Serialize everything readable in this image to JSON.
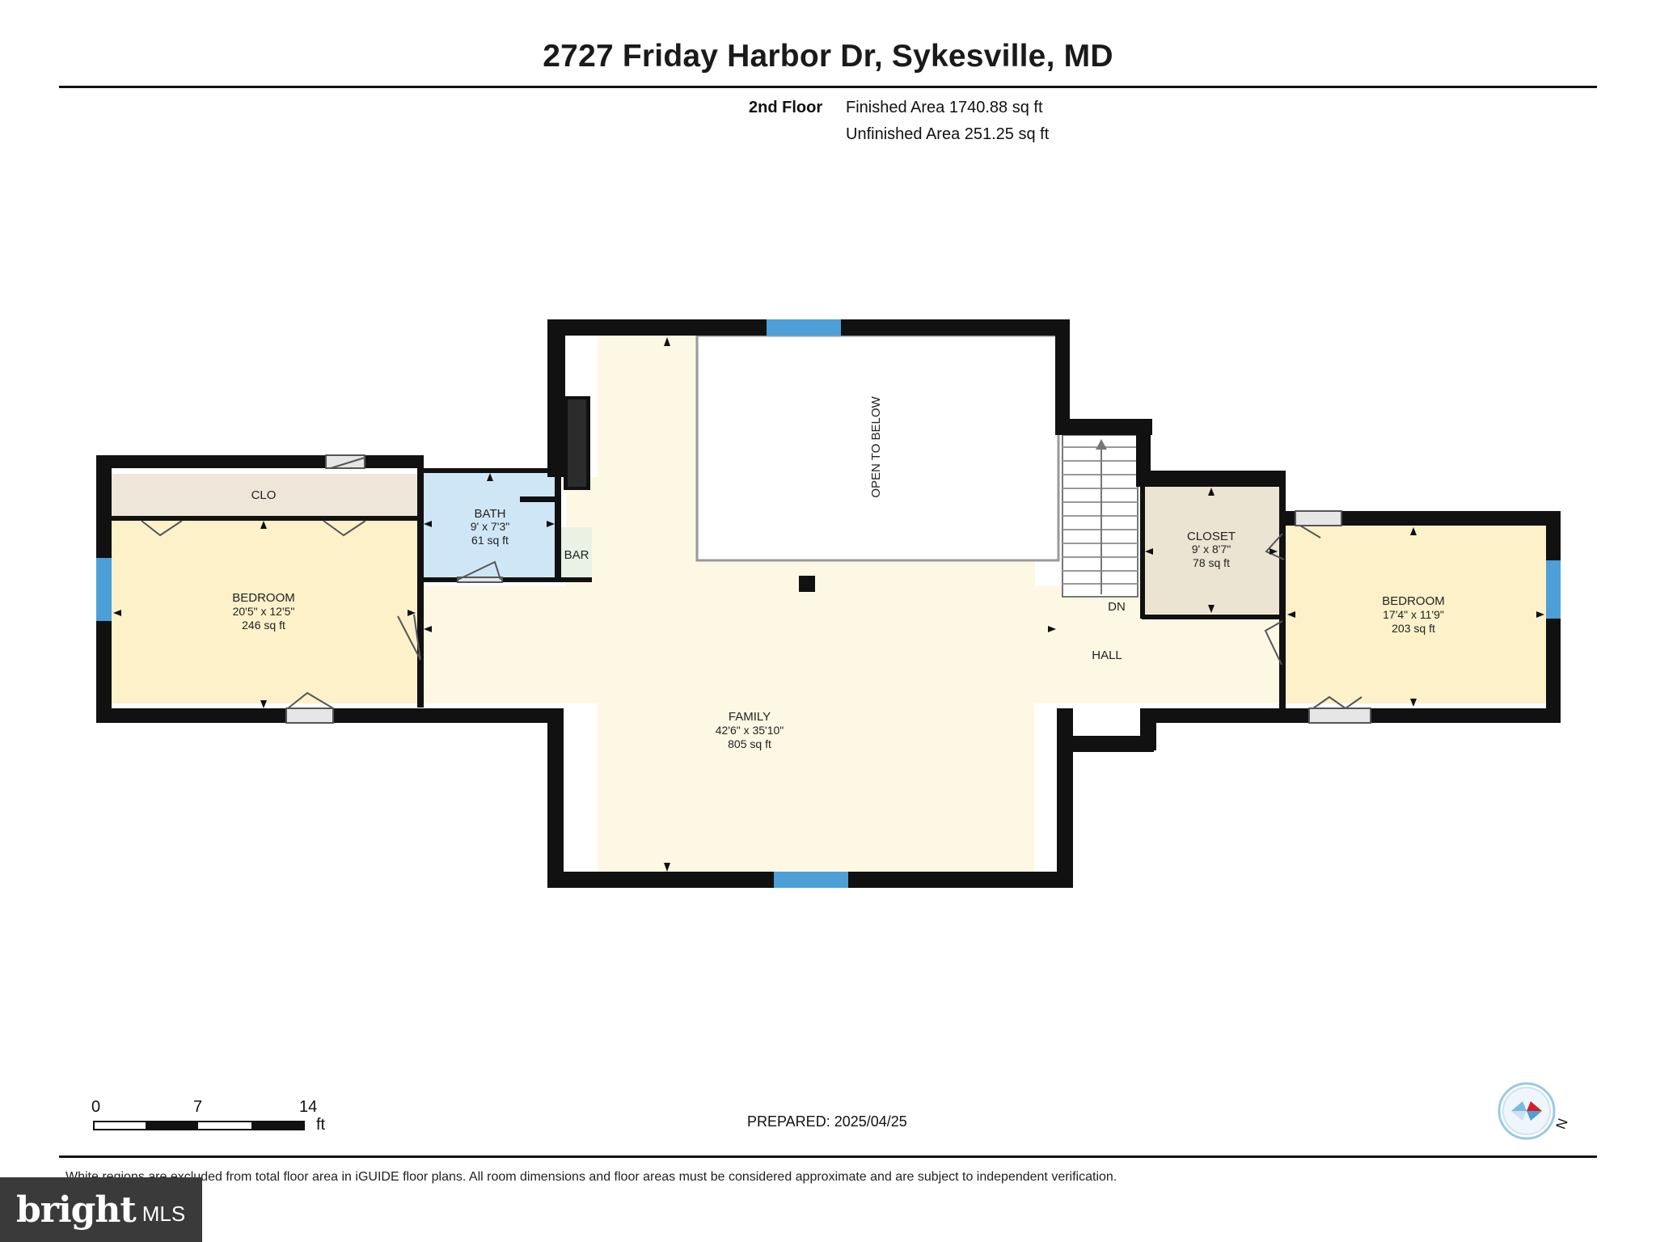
{
  "header": {
    "title": "2727 Friday Harbor Dr, Sykesville, MD",
    "floor": "2nd Floor",
    "finished_area": "Finished Area 1740.88 sq ft",
    "unfinished_area": "Unfinished Area 251.25 sq ft"
  },
  "rooms": {
    "clo": {
      "name": "CLO"
    },
    "bedroom_left": {
      "name": "BEDROOM",
      "dims": "20'5\" x 12'5\"",
      "area": "246 sq ft"
    },
    "bath": {
      "name": "BATH",
      "dims": "9' x 7'3\"",
      "area": "61 sq ft"
    },
    "bar": {
      "name": "BAR"
    },
    "open_to_below": {
      "name": "OPEN TO BELOW"
    },
    "stairs": {
      "label": "DN"
    },
    "closet": {
      "name": "CLOSET",
      "dims": "9' x 8'7\"",
      "area": "78 sq ft"
    },
    "hall": {
      "name": "HALL"
    },
    "bedroom_right": {
      "name": "BEDROOM",
      "dims": "17'4\" x 11'9\"",
      "area": "203 sq ft"
    },
    "family": {
      "name": "FAMILY",
      "dims": "42'6\" x 35'10\"",
      "area": "805 sq ft"
    }
  },
  "scale_bar": {
    "ticks": [
      "0",
      "7",
      "14"
    ],
    "unit": "ft"
  },
  "footer": {
    "prepared": "PREPARED: 2025/04/25",
    "disclaimer": "White regions are excluded from total floor area in iGUIDE floor plans. All room dimensions and floor areas must be considered approximate and are subject to independent verification.",
    "compass_label": "N"
  },
  "watermark": {
    "brand": "bright",
    "suffix": "MLS"
  },
  "colors": {
    "wall": "#111111",
    "room_fill": "#fdf8e3",
    "bedroom_fill": "#fcf1c9",
    "bath_fill": "#cfe6f7",
    "closet_fill": "#ece4d2",
    "clo_fill": "#eee7d9",
    "window": "#4d9fd8",
    "compass_red": "#d61f26"
  }
}
